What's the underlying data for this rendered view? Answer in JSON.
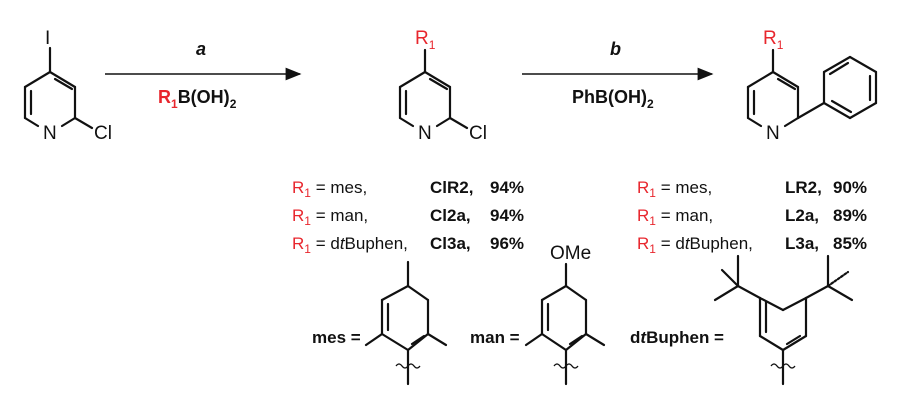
{
  "reagents": {
    "step_a": {
      "label": "a",
      "reagent_r": "R",
      "reagent_sub": "1",
      "reagent_rest": "B(OH)",
      "reagent_sub2": "2"
    },
    "step_b": {
      "label": "b",
      "reagent": "PhB(OH)",
      "reagent_sub": "2"
    }
  },
  "atoms": {
    "iodine": "I",
    "nitrogen": "N",
    "chlorine": "Cl",
    "r_group": "R",
    "r_sub": "1",
    "methoxy": "OMe"
  },
  "intermediates": [
    {
      "r": "R",
      "sub": "1",
      "eq": " = mes,",
      "code": "ClR2,",
      "yield": "94%"
    },
    {
      "r": "R",
      "sub": "1",
      "eq": " = man,",
      "code": "Cl2a,",
      "yield": "94%"
    },
    {
      "r": "R",
      "sub": "1",
      "eq_pre": " = d",
      "eq_italic": "t",
      "eq_post": "Buphen,",
      "code": "Cl3a,",
      "yield": "96%"
    }
  ],
  "products": [
    {
      "r": "R",
      "sub": "1",
      "eq": " = mes,",
      "code": "LR2,",
      "yield": "90%"
    },
    {
      "r": "R",
      "sub": "1",
      "eq": " = man,",
      "code": "L2a,",
      "yield": "89%"
    },
    {
      "r": "R",
      "sub": "1",
      "eq_pre": " = d",
      "eq_italic": "t",
      "eq_post": "Buphen,",
      "code": "L3a,",
      "yield": "85%"
    }
  ],
  "substituents": {
    "mes": "mes =",
    "man": "man =",
    "dtbuphen_pre": "d",
    "dtbuphen_italic": "t",
    "dtbuphen_post": "Buphen ="
  },
  "colors": {
    "r_group": "#e8262d",
    "yield": "#3a4fa8",
    "ink": "#111111"
  }
}
